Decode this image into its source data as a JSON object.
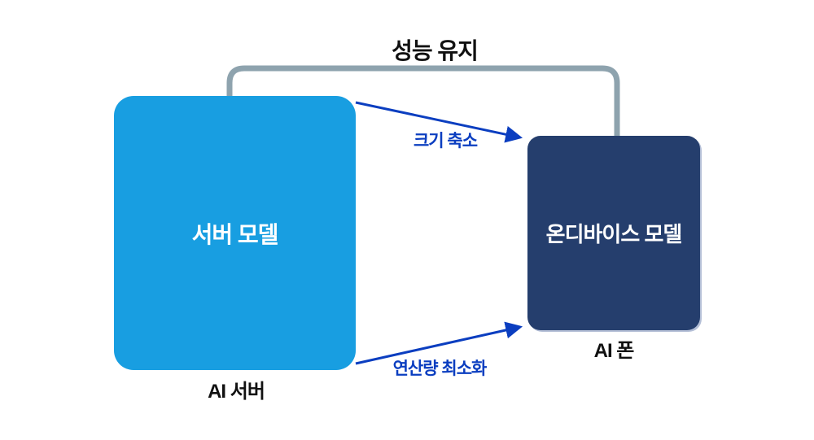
{
  "diagram": {
    "title": "성능 유지",
    "server": {
      "box_label": "서버 모델",
      "caption": "AI 서버",
      "box_color": "#189EE1"
    },
    "device": {
      "box_label": "온디바이스 모델",
      "caption": "AI 폰",
      "box_color": "#253E6D"
    },
    "arrows": [
      {
        "label": "크기 축소"
      },
      {
        "label": "연산량 최소화"
      }
    ],
    "colors": {
      "arrow_blue": "#0B3EC0",
      "bracket_gray": "#8EA3AE",
      "caption_text": "#111111",
      "box_text": "#FFFFFF",
      "device_box_edge": "#B3BED6",
      "background": "#FFFFFF"
    }
  }
}
